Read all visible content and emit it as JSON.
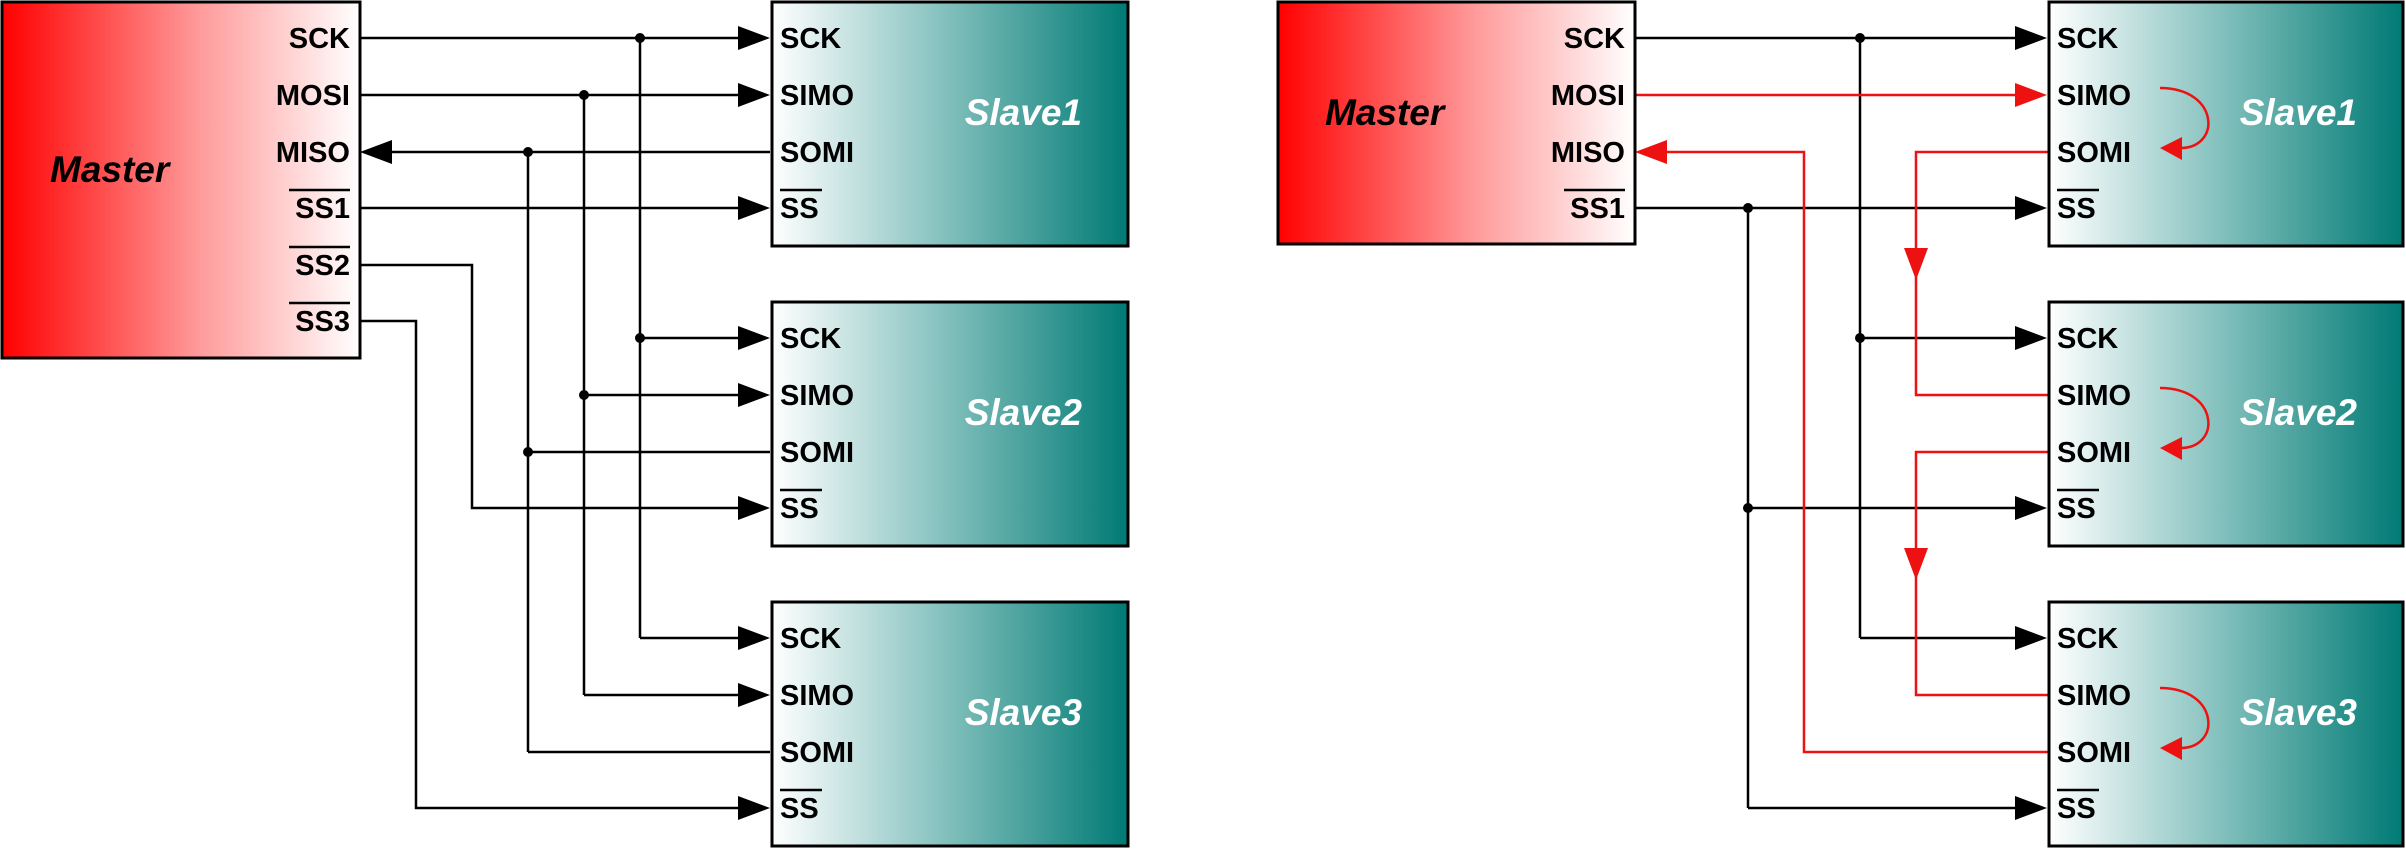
{
  "colors": {
    "master_red": "#ff0000",
    "slave_teal": "#007a74",
    "signal_red": "#ee1111",
    "wire": "#000000"
  },
  "left": {
    "master": {
      "title": "Master",
      "pins": [
        "SCK",
        "MOSI",
        "MISO",
        "SS1",
        "SS2",
        "SS3"
      ]
    },
    "slaves": [
      {
        "title": "Slave1",
        "pins": [
          "SCK",
          "SIMO",
          "SOMI",
          "SS"
        ]
      },
      {
        "title": "Slave2",
        "pins": [
          "SCK",
          "SIMO",
          "SOMI",
          "SS"
        ]
      },
      {
        "title": "Slave3",
        "pins": [
          "SCK",
          "SIMO",
          "SOMI",
          "SS"
        ]
      }
    ]
  },
  "right": {
    "master": {
      "title": "Master",
      "pins": [
        "SCK",
        "MOSI",
        "MISO",
        "SS1"
      ]
    },
    "slaves": [
      {
        "title": "Slave1",
        "pins": [
          "SCK",
          "SIMO",
          "SOMI",
          "SS"
        ]
      },
      {
        "title": "Slave2",
        "pins": [
          "SCK",
          "SIMO",
          "SOMI",
          "SS"
        ]
      },
      {
        "title": "Slave3",
        "pins": [
          "SCK",
          "SIMO",
          "SOMI",
          "SS"
        ]
      }
    ]
  }
}
